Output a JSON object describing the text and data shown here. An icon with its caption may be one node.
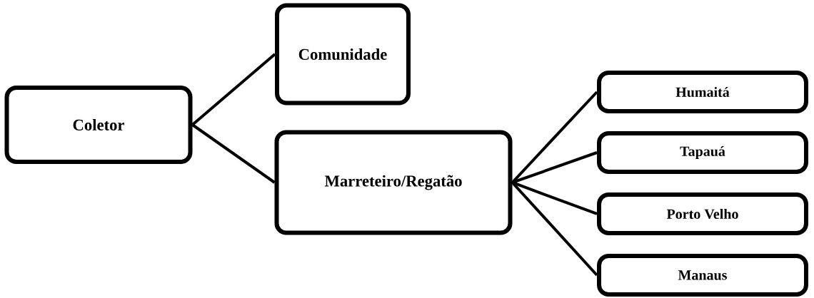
{
  "diagram": {
    "nodes": [
      {
        "text": [
          "Coletor"
        ]
      },
      {
        "text": [
          "Comunidade"
        ]
      },
      {
        "text": [
          "Marreteiro/Regatão"
        ]
      },
      {
        "text": [
          "Humaitá"
        ]
      },
      {
        "text": [
          "Tapauá"
        ]
      },
      {
        "text": [
          "Porto Velho"
        ]
      },
      {
        "text": [
          "Manaus"
        ]
      }
    ],
    "edges": [
      {
        "from": 0,
        "to": 1,
        "arrow": "none"
      },
      {
        "from": 0,
        "to": 2,
        "arrow": "none"
      },
      {
        "from": 2,
        "to": 3,
        "arrow": "none"
      },
      {
        "from": 2,
        "to": 4,
        "arrow": "none"
      },
      {
        "from": 2,
        "to": 5,
        "arrow": "none"
      },
      {
        "from": 2,
        "to": 6,
        "arrow": "none"
      }
    ]
  }
}
